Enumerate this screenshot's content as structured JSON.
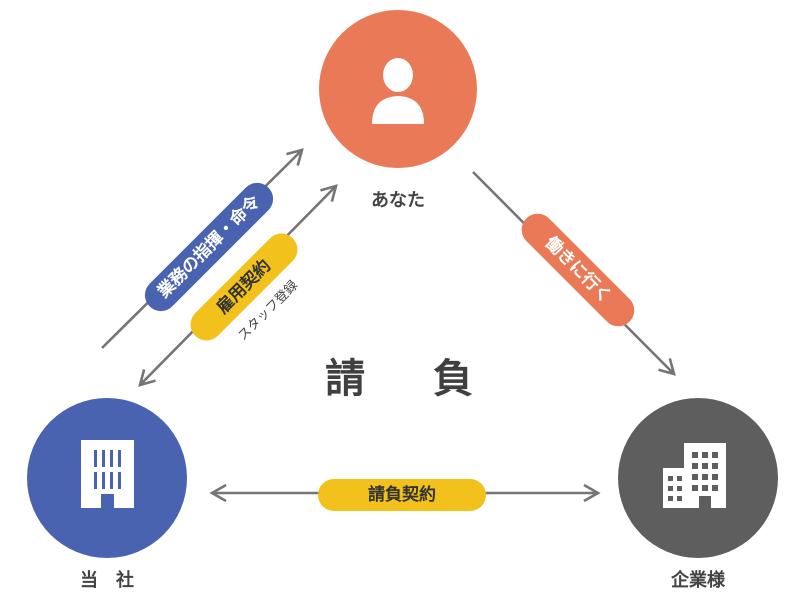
{
  "nodes": {
    "you": {
      "label": "あなた",
      "color": "#ea7a57",
      "icon": "person-icon"
    },
    "company": {
      "label": "当　社",
      "color": "#4a63b0",
      "icon": "building-icon"
    },
    "client": {
      "label": "企業様",
      "color": "#5e5e5e",
      "icon": "office-buildings-icon"
    }
  },
  "center": {
    "char1": "請",
    "char2": "負"
  },
  "relations": {
    "directive": {
      "label": "業務の指揮・命令",
      "color": "#4a63b0",
      "text_color": "#ffffff"
    },
    "employment": {
      "label": "雇用契約",
      "color": "#f3c11c",
      "text_color": "#333333",
      "note": "スタッフ登録"
    },
    "work": {
      "label": "働きに行く",
      "color": "#ea7a57",
      "text_color": "#ffffff"
    },
    "contract": {
      "label": "請負契約",
      "color": "#f3c11c",
      "text_color": "#333333"
    }
  },
  "colors": {
    "arrow": "#757575"
  }
}
